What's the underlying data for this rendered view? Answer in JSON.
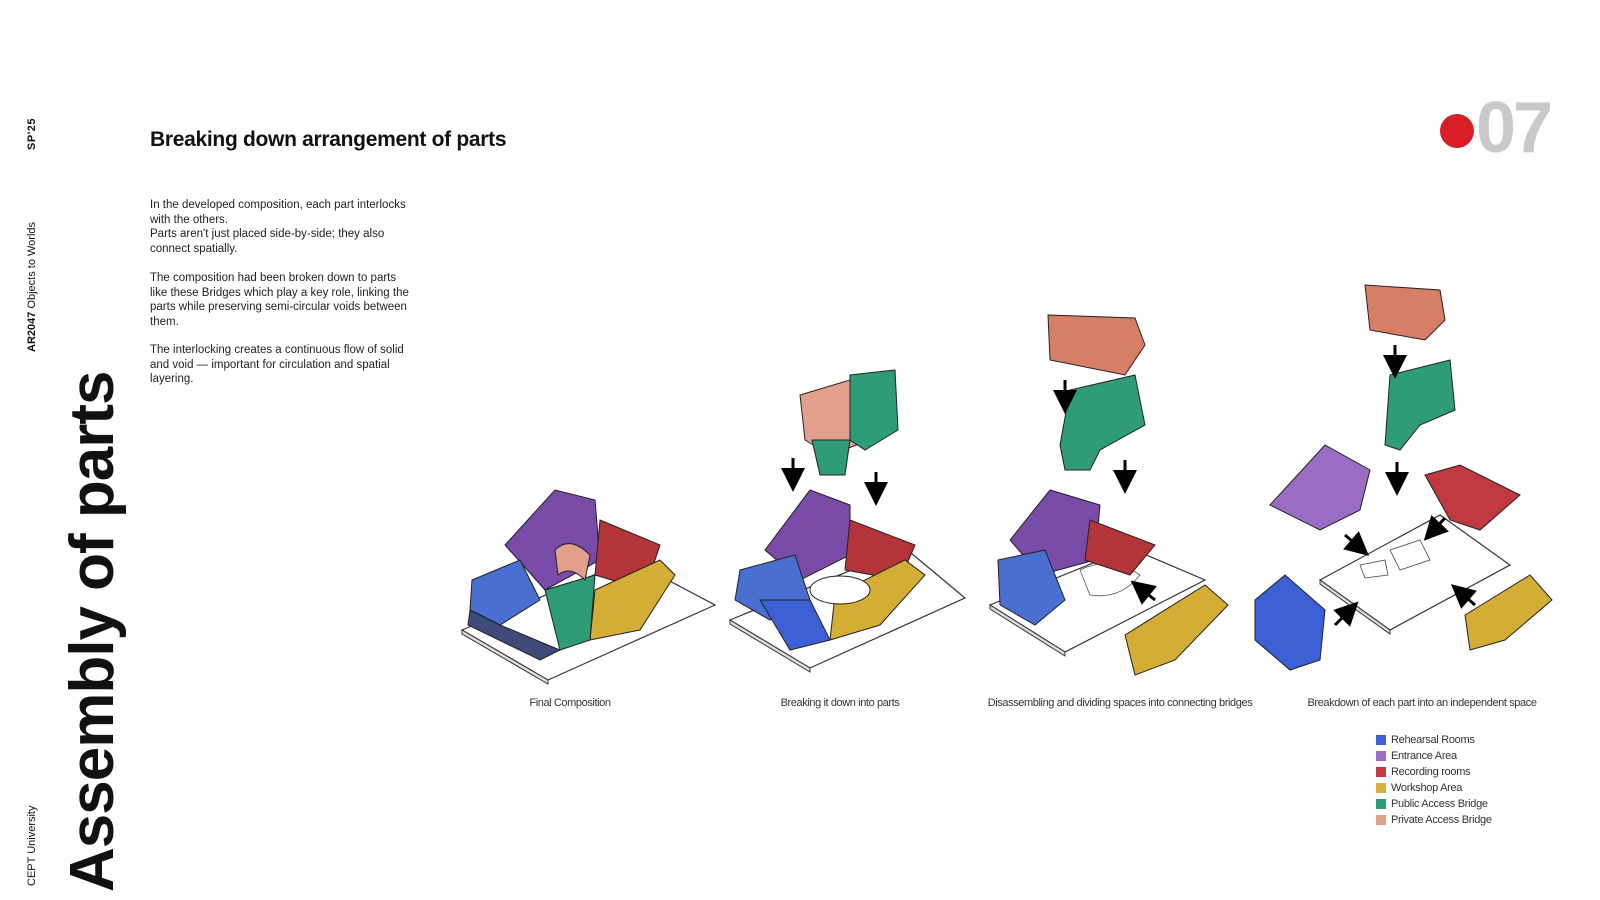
{
  "sidebar": {
    "semester": "SP'25",
    "course_code": "AR2047",
    "course_name": " Objects to Worlds",
    "university": "CEPT University",
    "title": "Assembly of parts"
  },
  "header": {
    "heading": "Breaking down arrangement of parts",
    "page_number": "07"
  },
  "body": {
    "p1a": "In the developed composition, each part interlocks with the others.",
    "p1b": "Parts aren't just placed side-by-side; they also connect spatially.",
    "p2": "The composition had been broken down to parts like these Bridges which play a key role, linking the parts while preserving semi-circular voids between them.",
    "p3": "The interlocking creates a continuous flow of solid and void — important for circulation and spatial layering."
  },
  "captions": [
    "Final Composition",
    "Breaking it down into parts",
    "Disassembling and dividing spaces into connecting bridges",
    "Breakdown of each part into an independent space"
  ],
  "legend": [
    {
      "label": "Rehearsal Rooms",
      "color": "#3d5fd6"
    },
    {
      "label": "Entrance Area",
      "color": "#9b6cc4"
    },
    {
      "label": "Recording rooms",
      "color": "#c0393f"
    },
    {
      "label": "Workshop Area",
      "color": "#d8b23a"
    },
    {
      "label": "Public Access Bridge",
      "color": "#2e9c76"
    },
    {
      "label": "Private Access Bridge",
      "color": "#e2a08c"
    }
  ],
  "colors": {
    "accent_dot": "#d81f26",
    "page_number": "#c9c9c9"
  }
}
